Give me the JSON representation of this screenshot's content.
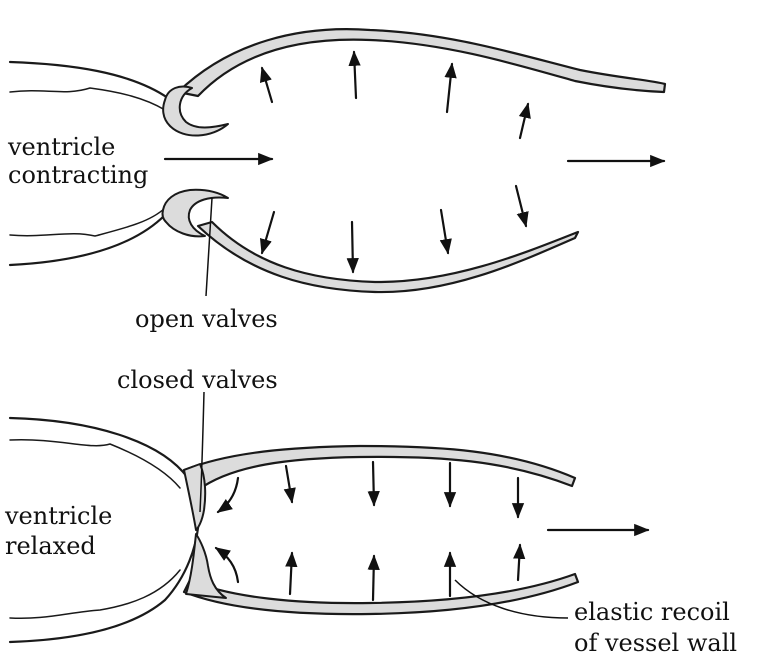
{
  "labels": {
    "ventricle_contracting_line1": "ventricle",
    "ventricle_contracting_line2": "contracting",
    "open_valves": "open valves",
    "closed_valves": "closed valves",
    "ventricle_relaxed_line1": "ventricle",
    "ventricle_relaxed_line2": "relaxed",
    "elastic_recoil_line1": "elastic recoil",
    "elastic_recoil_line2": "of vessel wall"
  }
}
